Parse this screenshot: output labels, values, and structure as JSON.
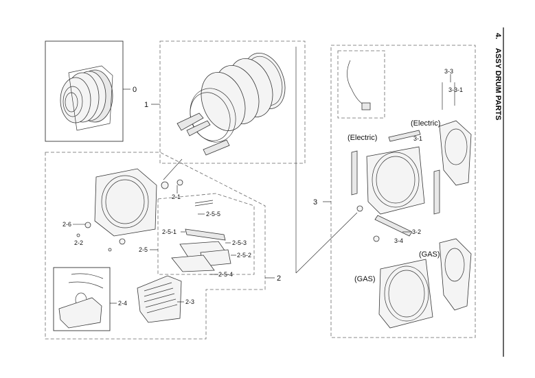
{
  "section": {
    "number": "4.",
    "title": "ASSY DRUM PARTS"
  },
  "labels": {
    "p0": "0",
    "p1": "1",
    "p2": "2",
    "p2_1": "2-1",
    "p2_2": "2-2",
    "p2_3": "2-3",
    "p2_4": "2-4",
    "p2_5": "2-5",
    "p2_5_1": "2-5-1",
    "p2_5_2": "2-5-2",
    "p2_5_3": "2-5-3",
    "p2_5_4": "2-5-4",
    "p2_5_5": "2-5-5",
    "p2_6": "2-6",
    "p3": "3",
    "p3_1": "3-1",
    "p3_2": "3-2",
    "p3_3": "3-3",
    "p3_3_1": "3-3-1",
    "p3_4": "3-4"
  },
  "variants": {
    "electric_left": "(Electric)",
    "electric_right": "(Electric)",
    "gas_left": "(GAS)",
    "gas_right": "(GAS)"
  }
}
